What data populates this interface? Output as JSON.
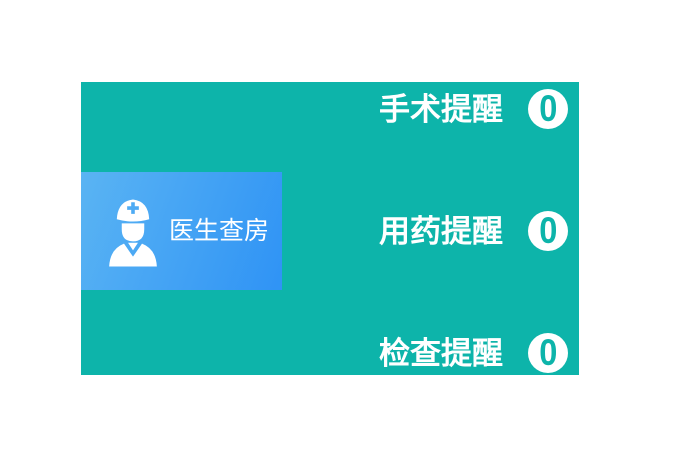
{
  "panel": {
    "card": {
      "label": "医生查房",
      "icon": "doctor-icon"
    },
    "reminders": [
      {
        "label": "手术提醒",
        "count": "0"
      },
      {
        "label": "用药提醒",
        "count": "0"
      },
      {
        "label": "检查提醒",
        "count": "0"
      }
    ]
  },
  "colors": {
    "teal": "#0db4aa",
    "card-light": "#5ab4f3",
    "card-dark": "#2f93f5",
    "white": "#ffffff"
  }
}
